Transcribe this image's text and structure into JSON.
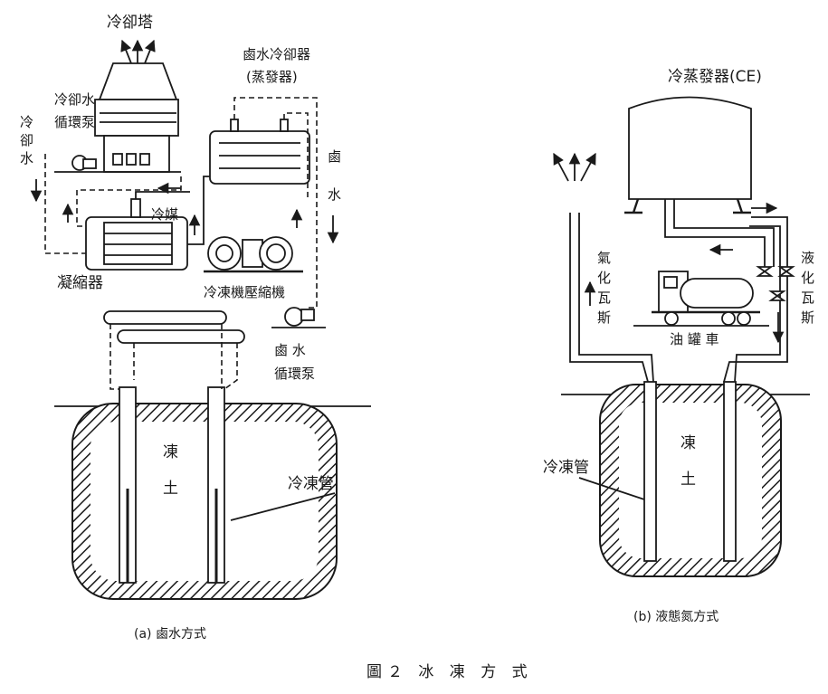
{
  "figure": {
    "title": "圖２ 冰 凍 方 式"
  },
  "panel_a": {
    "caption": "(a)  鹵水方式",
    "labels": {
      "cooling_tower": "冷卻塔",
      "brine_cooler": "鹵水冷卻器",
      "evaporator": "(蒸發器)",
      "cooling_water_pump_1": "冷卻水",
      "cooling_water_pump_2": "循環泵",
      "cooling_water_v1": "冷",
      "cooling_water_v2": "卻",
      "cooling_water_v3": "水",
      "refrigerant": "冷媒",
      "condenser": "凝縮器",
      "compressor": "冷凍機壓縮機",
      "brine_v1": "鹵",
      "brine_v2": "水",
      "brine_pump_1": "鹵  水",
      "brine_pump_2": "循環泵",
      "frozen_soil_1": "凍",
      "frozen_soil_2": "土",
      "freeze_pipe": "冷凍管"
    }
  },
  "panel_b": {
    "caption": "(b)  液態氮方式",
    "labels": {
      "evaporator": "冷蒸發器(CE)",
      "gas_1": "氣",
      "gas_2": "化",
      "gas_3": "瓦",
      "gas_4": "斯",
      "liquid_1": "液",
      "liquid_2": "化",
      "liquid_3": "瓦",
      "liquid_4": "斯",
      "tanker": "油  罐  車",
      "freeze_pipe": "冷凍管",
      "frozen_soil_1": "凍",
      "frozen_soil_2": "土"
    }
  }
}
